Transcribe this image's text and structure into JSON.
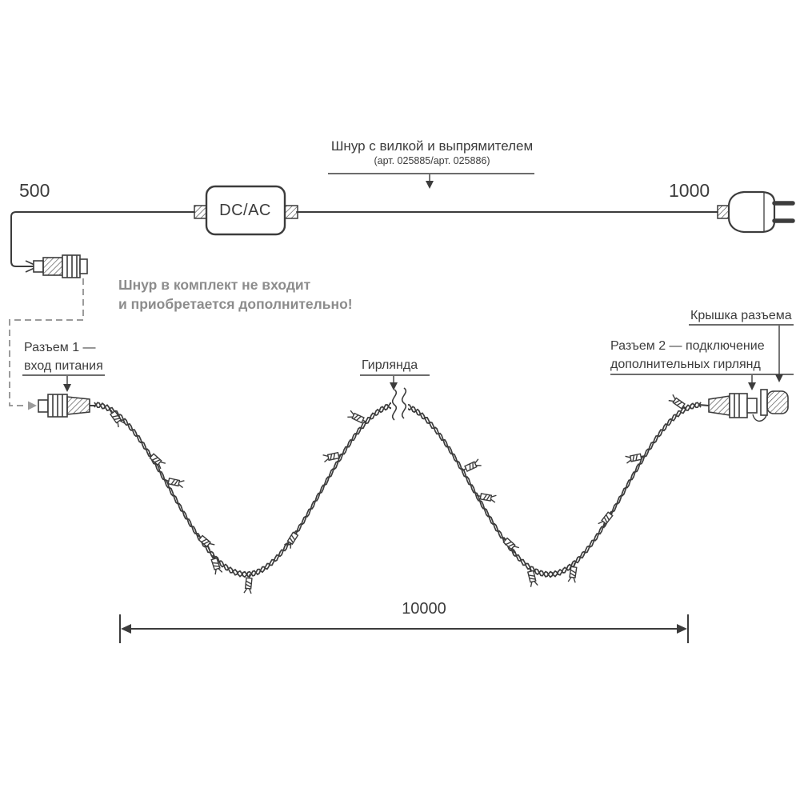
{
  "labels": {
    "cord": "Шнур с вилкой и выпрямителем",
    "cord_art": "(арт. 025885/арт. 025886)",
    "dim_500": "500",
    "dim_1000": "1000",
    "dcac": "DC/AC",
    "note_1": "Шнур в комплект не входит",
    "note_2": "и приобретается дополнительно!",
    "connector1_1": "Разъем 1 —",
    "connector1_2": "вход питания",
    "garland": "Гирлянда",
    "connector2_1": "Разъем 2 — подключение",
    "connector2_2": "дополнительных гирлянд",
    "cap": "Крышка разъема",
    "dim_10000": "10000"
  },
  "colors": {
    "line": "#3c3c3c",
    "note_text": "#8c8c8c",
    "dashed_line": "#9b9b9b",
    "background": "#ffffff"
  }
}
